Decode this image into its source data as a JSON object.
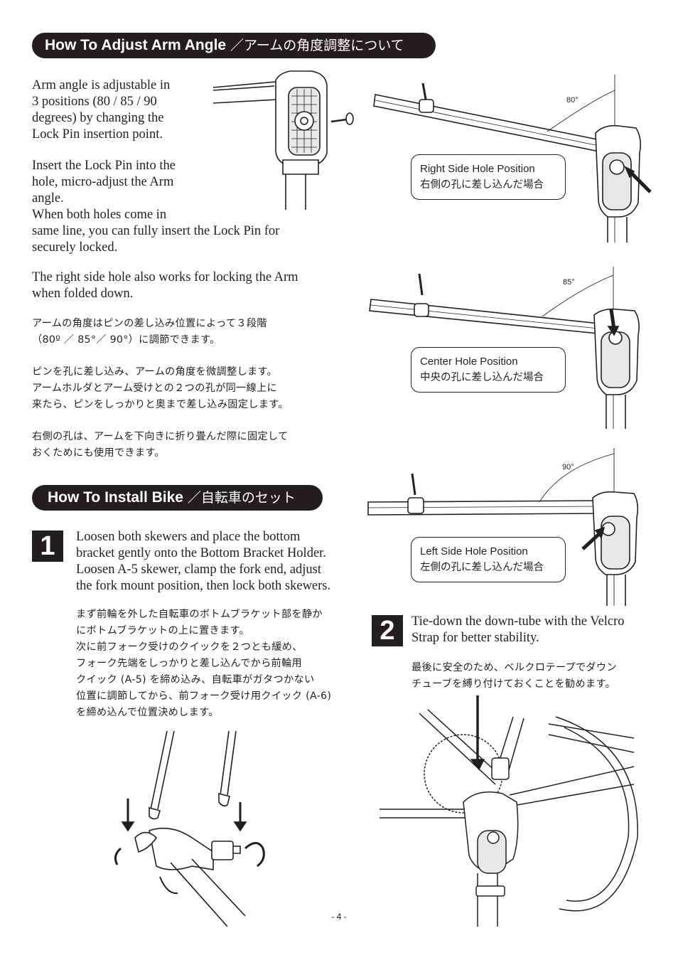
{
  "section1": {
    "title_en": "How To Adjust Arm Angle",
    "title_jp": "／アームの角度調整について",
    "en_para1": [
      "Arm angle is adjustable in",
      "3 positions (80 / 85 / 90",
      "degrees) by changing the",
      "Lock Pin insertion point."
    ],
    "en_para2": [
      "Insert the Lock Pin into the",
      "hole, micro-adjust the Arm",
      "angle.",
      "When both holes come in",
      "same line, you can fully insert the Lock Pin for",
      "securely locked."
    ],
    "en_para3": [
      "The right side hole also works for locking the Arm",
      "when folded down."
    ],
    "jp_para1": [
      "アームの角度はピンの差し込み位置によって３段階",
      "（80º ／ 85°／ 90°）に調節できます。"
    ],
    "jp_para2": [
      "ピンを孔に差し込み、アームの角度を微調整します。",
      "アームホルダとアーム受けとの２つの孔が同一線上に",
      "来たら、ピンをしっかりと奥まで差し込み固定します。"
    ],
    "jp_para3": [
      "右側の孔は、アームを下向きに折り畳んだ際に固定して",
      "おくためにも使用できます。"
    ]
  },
  "positions": [
    {
      "angle": "80°",
      "label_en": "Right Side Hole Position",
      "label_jp": "右側の孔に差し込んだ場合"
    },
    {
      "angle": "85°",
      "label_en": "Center Hole Position",
      "label_jp": "中央の孔に差し込んだ場合"
    },
    {
      "angle": "90°",
      "label_en": "Left Side Hole Position",
      "label_jp": "左側の孔に差し込んだ場合"
    }
  ],
  "section2": {
    "title_en": "How To Install Bike",
    "title_jp": "／自転車のセット",
    "step1": {
      "number": "1",
      "en": [
        "Loosen both skewers and place the bottom",
        "bracket gently onto the Bottom Bracket Holder.",
        "Loosen A-5 skewer, clamp the fork end, adjust",
        "the fork mount position, then lock both skewers."
      ],
      "jp": [
        "まず前輪を外した自転車のボトムブラケット部を静か",
        "にボトムブラケットの上に置きます。",
        "次に前フォーク受けのクイックを２つとも緩め、",
        "フォーク先端をしっかりと差し込んでから前輪用",
        "クイック (A-5) を締め込み、自転車がガタつかない",
        "位置に調節してから、前フォーク受け用クイック (A-6)",
        "を締め込んで位置決めします。"
      ]
    },
    "step2": {
      "number": "2",
      "en": [
        "Tie-down the down-tube with the Velcro",
        "Strap for better stability."
      ],
      "jp": [
        "最後に安全のため、ベルクロテープでダウン",
        "チューブを縛り付けておくことを勧めます。"
      ]
    }
  },
  "footer": {
    "page": "- 4 -"
  }
}
